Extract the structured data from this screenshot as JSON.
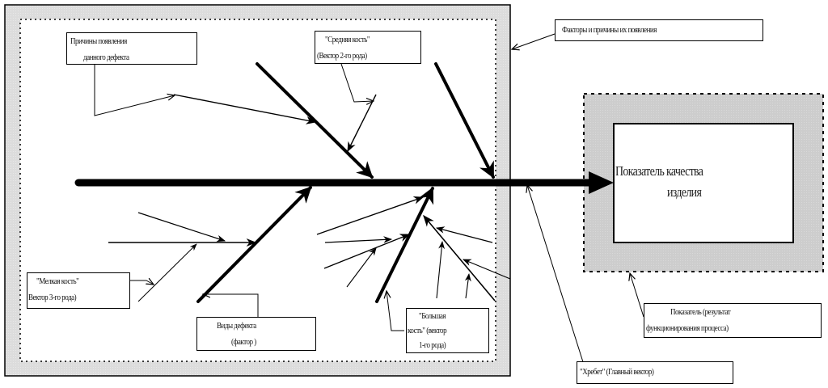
{
  "diagram": {
    "type": "Ishikawa (fishbone) cause-and-effect diagram",
    "colors": {
      "frame_fill": "#dcdcdc",
      "effect_fill": "#cfcfcf",
      "line": "#000000",
      "box_fill": "#ffffff"
    },
    "labels": {
      "causes_box": [
        "Причины появления",
        "данного дефекта"
      ],
      "middle_bone_box": [
        "\"Средняя кость\"",
        "(Вектор 2-го рода)"
      ],
      "factors_box": [
        "Факторы и причины их появления"
      ],
      "effect_box": [
        "Показатель качества",
        "изделия"
      ],
      "small_bone_box": [
        "\"Мелкая кость\"",
        "Вектор 3-го рода)"
      ],
      "defect_types_box": [
        "Виды дефекта",
        "(фактор )"
      ],
      "big_bone_box": [
        "\"Большая",
        "кость\" (вектор",
        "1-го рода)"
      ],
      "indicator_box": [
        "Показатель (результат",
        "функционирования процесса)"
      ],
      "spine_box": [
        "\"Хребет\" (Главный вектор)"
      ]
    }
  }
}
